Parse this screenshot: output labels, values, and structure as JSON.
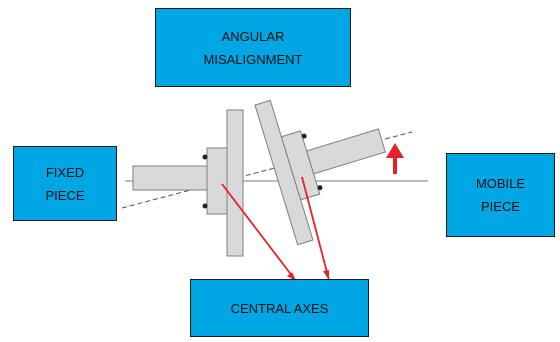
{
  "diagram": {
    "title": {
      "line1": "ANGULAR",
      "line2": "MISALIGNMENT"
    },
    "fixed_label": {
      "line1": "FIXED",
      "line2": "PIECE"
    },
    "mobile_label": {
      "line1": "MOBILE",
      "line2": "PIECE"
    },
    "axes_label": "CENTRAL AXES"
  },
  "colors": {
    "label_fill": "#00a6e3",
    "part_fill": "#d9d9d9",
    "part_stroke": "#7f7f7f",
    "arrow": "#e8202a",
    "axis_line": "#a6a6a6",
    "bolt": "#222222"
  }
}
